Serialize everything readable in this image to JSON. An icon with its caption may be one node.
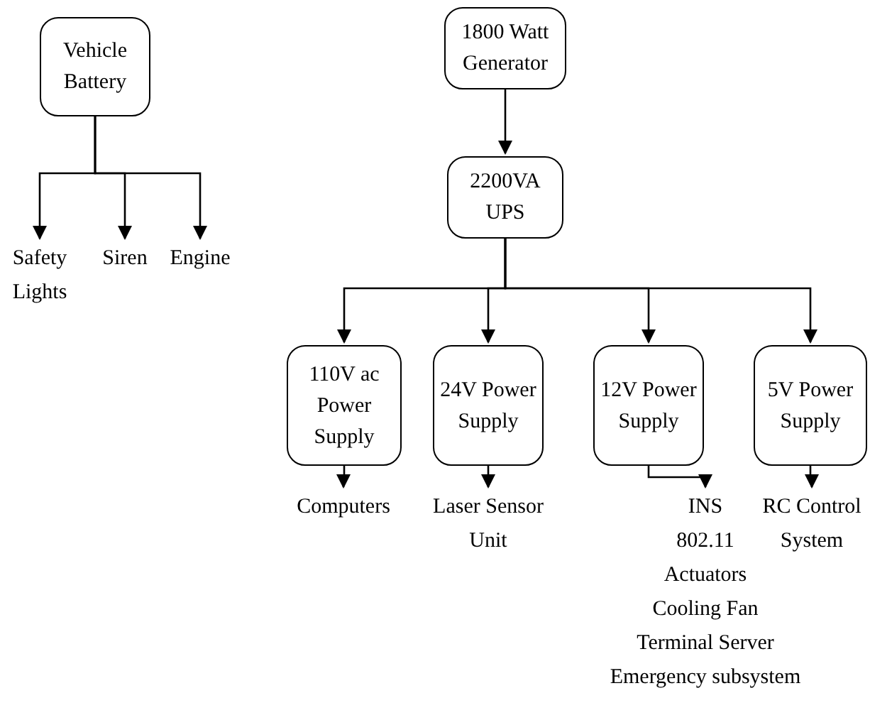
{
  "diagram": {
    "nodes": [
      {
        "text": [
          "Vehicle Battery"
        ]
      },
      {
        "text": [
          "Safety Lights"
        ]
      },
      {
        "text": [
          "Siren"
        ]
      },
      {
        "text": [
          "Engine"
        ]
      },
      {
        "text": [
          "1800 Watt Generator"
        ]
      },
      {
        "text": [
          "2200VA UPS"
        ]
      },
      {
        "text": [
          "110V ac Power Supply"
        ]
      },
      {
        "text": [
          "24V Power Supply"
        ]
      },
      {
        "text": [
          "12V Power Supply"
        ]
      },
      {
        "text": [
          "5V Power Supply"
        ]
      },
      {
        "text": [
          "Computers"
        ]
      },
      {
        "text": [
          "Laser Sensor Unit"
        ]
      },
      {
        "text": [
          "INS",
          "802.11",
          "Actuators",
          "Cooling Fan",
          "Terminal Server",
          "Emergency subsystem"
        ]
      },
      {
        "text": [
          "RC Control System"
        ]
      }
    ],
    "edges": [
      {
        "from": 0,
        "to": 1,
        "arrow": "to"
      },
      {
        "from": 0,
        "to": 2,
        "arrow": "to"
      },
      {
        "from": 0,
        "to": 3,
        "arrow": "to"
      },
      {
        "from": 4,
        "to": 5,
        "arrow": "to"
      },
      {
        "from": 5,
        "to": 6,
        "arrow": "to"
      },
      {
        "from": 5,
        "to": 7,
        "arrow": "to"
      },
      {
        "from": 5,
        "to": 8,
        "arrow": "to"
      },
      {
        "from": 5,
        "to": 9,
        "arrow": "to"
      },
      {
        "from": 6,
        "to": 10,
        "arrow": "to"
      },
      {
        "from": 7,
        "to": 11,
        "arrow": "to"
      },
      {
        "from": 8,
        "to": 12,
        "arrow": "to"
      },
      {
        "from": 9,
        "to": 13,
        "arrow": "to"
      }
    ]
  }
}
